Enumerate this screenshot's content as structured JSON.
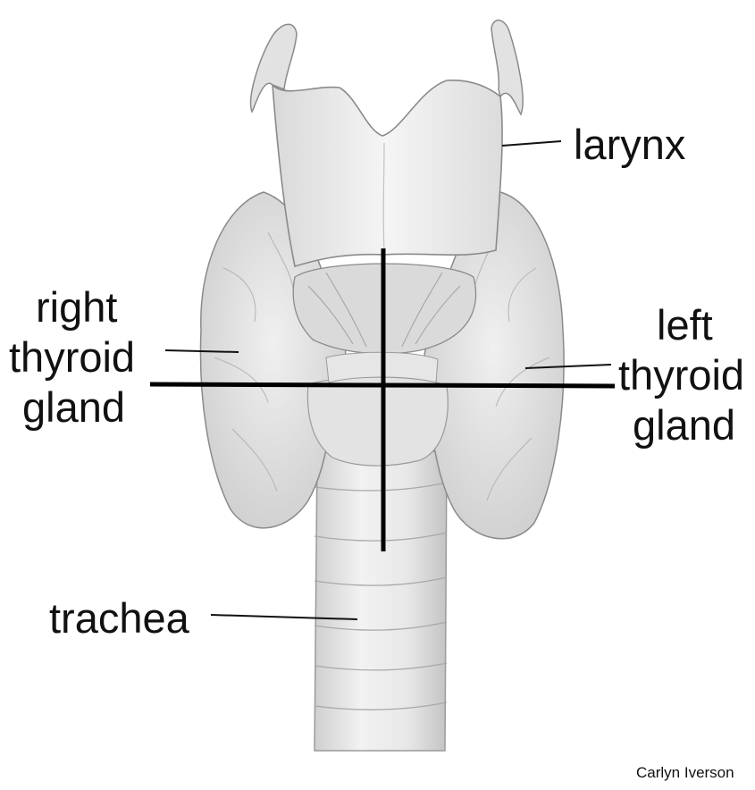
{
  "labels": {
    "larynx": "larynx",
    "right_thyroid_line1": "right",
    "right_thyroid_line2": "thyroid",
    "right_thyroid_line3": "gland",
    "left_thyroid_line1": "left",
    "left_thyroid_line2": "thyroid",
    "left_thyroid_line3": "gland",
    "trachea": "trachea"
  },
  "credit": "Carlyn Iverson",
  "colors": {
    "tissue": "#e9e9e9",
    "tissue_shadow": "#c9c9c9",
    "outline": "#8a8a8a",
    "ink": "#111111",
    "crosshair": "#000000"
  }
}
